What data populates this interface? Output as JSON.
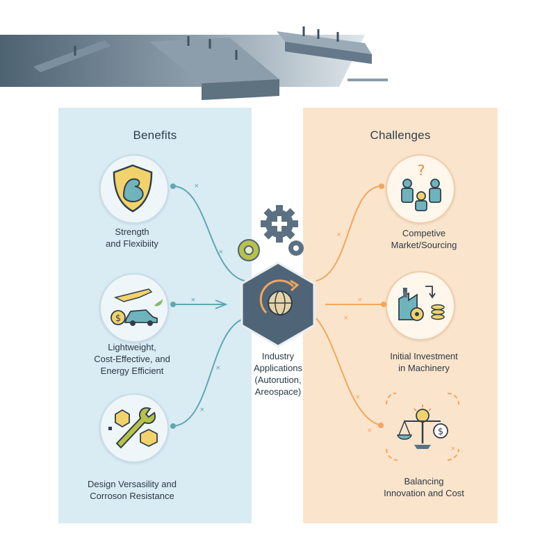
{
  "benefits": {
    "title": "Benefits",
    "items": [
      {
        "label": "Strength\nand Flexibiity",
        "icon": "muscle-shield-icon"
      },
      {
        "label": "Lightweight,\nCost-Effective, and\nEnergy Efficient",
        "icon": "plane-car-dollar-icon"
      },
      {
        "label": "Design Versasility and\nCorroson Resistance",
        "icon": "wrench-cubes-icon"
      }
    ]
  },
  "challenges": {
    "title": "Challenges",
    "items": [
      {
        "label": "Competive\nMarket/Sourcing",
        "icon": "people-question-icon"
      },
      {
        "label": "Initial Investment\nin Machinery",
        "icon": "factory-gear-coins-icon"
      },
      {
        "label": "Balancing\nInnovation and Cost",
        "icon": "lightbulb-scale-icon"
      }
    ]
  },
  "center": {
    "label": "Industry\nApplications\n(Autorution,\nAreospace)",
    "icon": "globe-hexagon-icon"
  },
  "colors": {
    "benefit_panel": "#d9ebf3",
    "challenge_panel": "#fbe4cc",
    "teal_line": "#5fa8b0",
    "orange_line": "#f2a65a",
    "hexagon": "#4f6577",
    "steel": "#6f8494"
  }
}
